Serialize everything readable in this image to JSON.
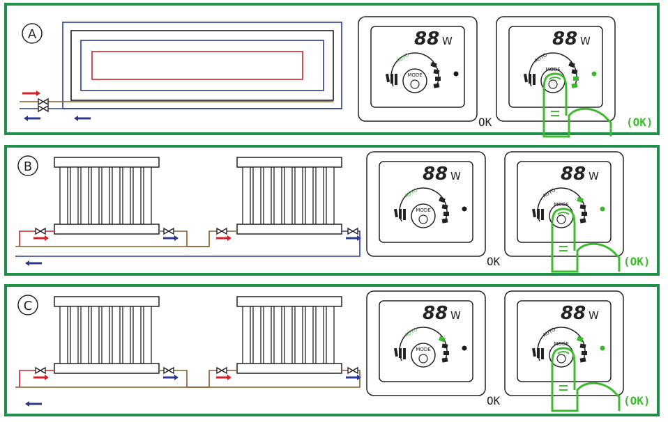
{
  "colors": {
    "frame": "#1f8f4a",
    "green": "#3dbb2e",
    "hot": "#d0202a",
    "cold": "#2b3a8c",
    "dark": "#1a1a1a",
    "brown": "#8a5a2a"
  },
  "thermostat": {
    "display_digits": "88",
    "unit": "W",
    "mode_label": "MODE",
    "auto_label": "AUTO",
    "lock_glyph": "⊙"
  },
  "ok_label": "OK",
  "ok_confirm_label": "(OK)",
  "panels": [
    {
      "id": "A",
      "label": "A",
      "type": "floor-heating"
    },
    {
      "id": "B",
      "label": "B",
      "type": "radiators-two-pipe"
    },
    {
      "id": "C",
      "label": "C",
      "type": "radiators-single-pipe"
    }
  ]
}
